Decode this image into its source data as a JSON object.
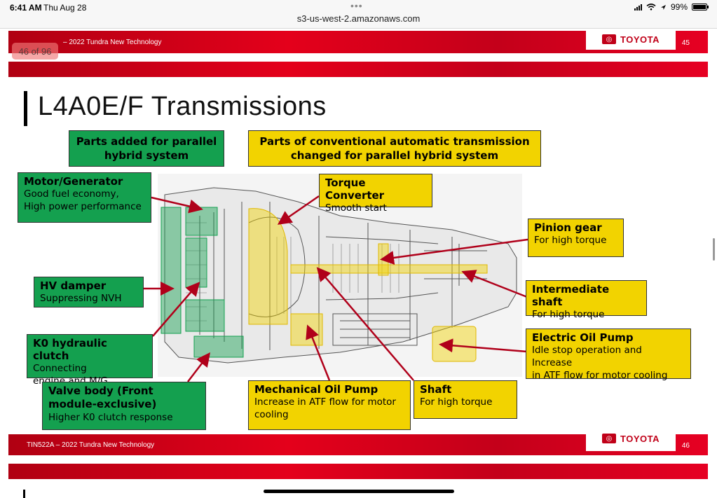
{
  "status_bar": {
    "time": "6:41 AM",
    "date": "Thu Aug 28",
    "url": "s3-us-west-2.amazonaws.com",
    "battery": "99%",
    "battery_level": 0.99,
    "icons": [
      "signal-icon",
      "wifi-icon",
      "battery-icon"
    ]
  },
  "viewer": {
    "page_indicator": "46 of 96"
  },
  "prev_slide": {
    "footer_text": "– 2022 Tundra New Technology",
    "brand": "TOYOTA",
    "page_number": "45"
  },
  "slide": {
    "title": "L4A0E/F Transmissions",
    "legend_green": "Parts added for parallel hybrid system",
    "legend_yellow": "Parts of conventional automatic transmission changed for parallel hybrid system",
    "labels": {
      "motor_generator": {
        "title": "Motor/Generator",
        "lines": [
          "Good fuel economy,",
          "High power performance"
        ]
      },
      "hv_damper": {
        "title": "HV damper",
        "lines": [
          "Suppressing NVH"
        ]
      },
      "k0_clutch": {
        "title": "K0 hydraulic clutch",
        "lines": [
          "Connecting",
          "engine and M/G"
        ]
      },
      "valve_body": {
        "title": "Valve body (Front module-exclusive)",
        "lines": [
          "Higher K0 clutch response"
        ]
      },
      "torque_converter": {
        "title": "Torque Converter",
        "lines": [
          "Smooth start"
        ]
      },
      "mech_oil_pump": {
        "title": "Mechanical Oil Pump",
        "lines": [
          "Increase in ATF flow for motor cooling"
        ]
      },
      "shaft": {
        "title": "Shaft",
        "lines": [
          "For high torque"
        ]
      },
      "pinion_gear": {
        "title": "Pinion gear",
        "lines": [
          "For high torque"
        ]
      },
      "intermediate_shaft": {
        "title": "Intermediate shaft",
        "lines": [
          "For high torque"
        ]
      },
      "electric_oil_pump": {
        "title": "Electric Oil Pump",
        "lines": [
          "Idle stop operation and Increase",
          "in ATF flow for motor cooling"
        ]
      }
    },
    "footer_text": "TIN522A – 2022 Tundra New Technology",
    "brand": "TOYOTA",
    "page_number": "46"
  },
  "colors": {
    "green": "#14a04f",
    "yellow": "#f2d300",
    "banner_red": "#d4001a",
    "arrow": "#b0001a"
  }
}
